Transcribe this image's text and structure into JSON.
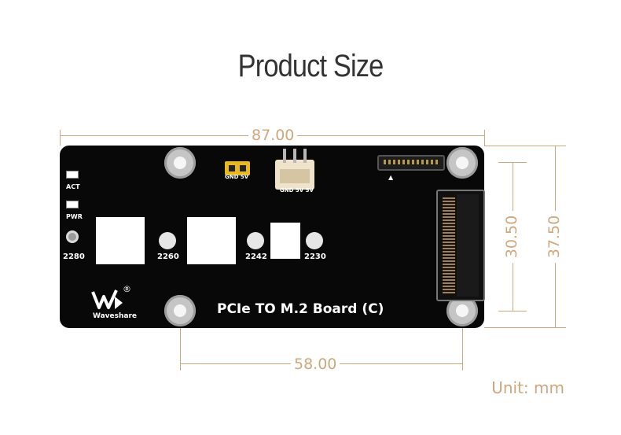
{
  "page_title": "Product Size",
  "dimensions": {
    "width_total": "87.00",
    "height_total": "37.50",
    "hole_spacing_vertical": "30.50",
    "hole_spacing_horizontal": "58.00"
  },
  "unit_label": "Unit: mm",
  "board": {
    "name": "PCIe TO M.2 Board (C)",
    "brand": "Waveshare",
    "registered_mark": "®",
    "led_labels": [
      "ACT",
      "PWR"
    ],
    "jumper_label": "GND 5V",
    "connector_label": "GND 5V 5V",
    "size_labels": [
      "2280",
      "2260",
      "2242",
      "2230"
    ]
  },
  "colors": {
    "dimension": "#cfa77c",
    "board": "#080808",
    "title": "#333333"
  }
}
